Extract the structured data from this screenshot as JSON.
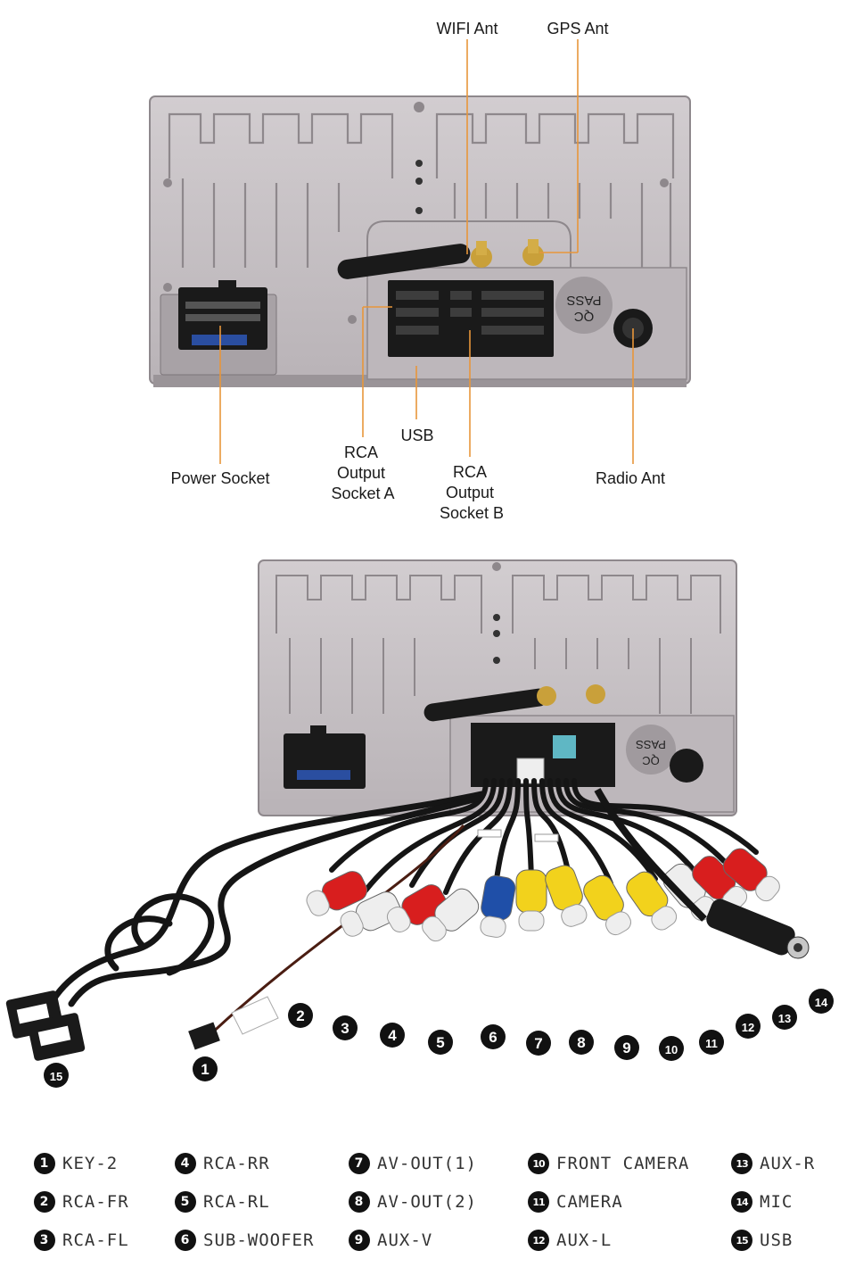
{
  "top_callouts": {
    "wifi_ant": "WIFI Ant",
    "gps_ant": "GPS Ant",
    "power_socket": "Power Socket",
    "rca_a": [
      "RCA",
      "Output",
      "Socket A"
    ],
    "usb": "USB",
    "rca_b": [
      "RCA",
      "Output",
      "Socket B"
    ],
    "radio_ant": "Radio Ant"
  },
  "unit_markings": {
    "qc_pass": [
      "PASS",
      "QC"
    ]
  },
  "cable_numbers": [
    "1",
    "2",
    "3",
    "4",
    "5",
    "6",
    "7",
    "8",
    "9",
    "10",
    "11",
    "12",
    "13",
    "14",
    "15"
  ],
  "legend": [
    {
      "num": "1",
      "label": "KEY-2"
    },
    {
      "num": "2",
      "label": "RCA-FR"
    },
    {
      "num": "3",
      "label": "RCA-FL"
    },
    {
      "num": "4",
      "label": "RCA-RR"
    },
    {
      "num": "5",
      "label": "RCA-RL"
    },
    {
      "num": "6",
      "label": "SUB-WOOFER"
    },
    {
      "num": "7",
      "label": "AV-OUT(1)"
    },
    {
      "num": "8",
      "label": "AV-OUT(2)"
    },
    {
      "num": "9",
      "label": "AUX-V"
    },
    {
      "num": "10",
      "label": "FRONT CAMERA"
    },
    {
      "num": "11",
      "label": "CAMERA"
    },
    {
      "num": "12",
      "label": "AUX-L"
    },
    {
      "num": "13",
      "label": "AUX-R"
    },
    {
      "num": "14",
      "label": "MIC"
    },
    {
      "num": "15",
      "label": "USB"
    }
  ],
  "colors": {
    "leader": "#e8963a",
    "panel": "#c7c2c5",
    "panel_dark": "#8f8a8d",
    "rca_red": "#d81e1e",
    "rca_white": "#eeeeee",
    "rca_yellow": "#f2d21c",
    "rca_blue": "#1f4fa8",
    "connector_teal": "#5fb7c4",
    "cable": "#151515"
  }
}
